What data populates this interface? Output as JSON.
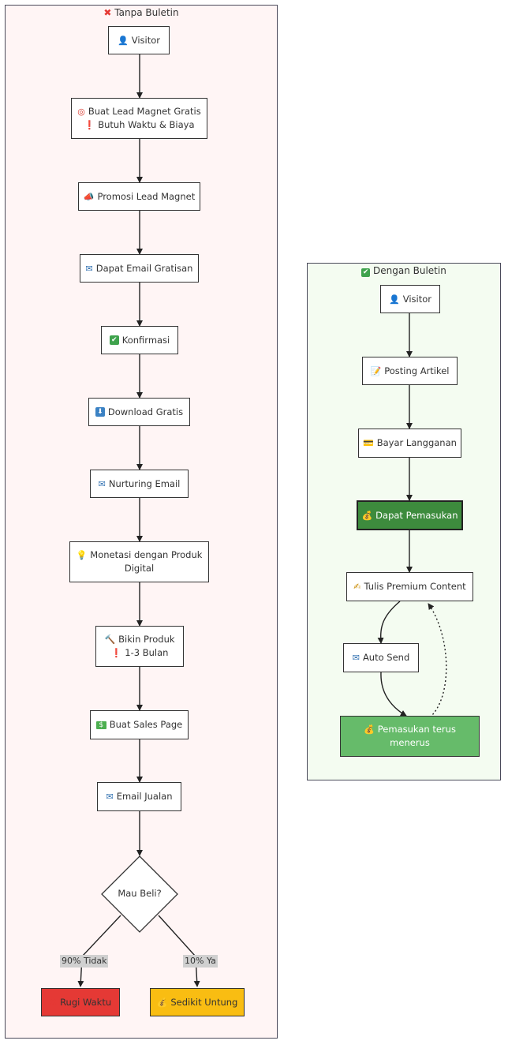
{
  "left_cluster": {
    "title_icon": "cross-icon",
    "title": "Tanpa Buletin",
    "fill": "#fff5f5",
    "nodes": {
      "visitor": {
        "icon": "person-icon",
        "label": "Visitor"
      },
      "lead_magnet": {
        "icon": "target-icon",
        "line1": "Buat Lead Magnet Gratis",
        "line2_icon": "exclamation-icon",
        "line2": "Butuh Waktu & Biaya"
      },
      "promosi": {
        "icon": "megaphone-icon",
        "label": "Promosi Lead Magnet"
      },
      "dapat_email": {
        "icon": "email-icon",
        "label": "Dapat Email Gratisan"
      },
      "konfirmasi": {
        "icon": "check-icon",
        "label": "Konfirmasi"
      },
      "download": {
        "icon": "download-icon",
        "label": "Download Gratis"
      },
      "nurturing": {
        "icon": "envelope-icon",
        "label": "Nurturing Email"
      },
      "monetasi": {
        "icon": "lightbulb-icon",
        "line1": "Monetasi dengan Produk",
        "line2": "Digital"
      },
      "bikin_produk": {
        "icon": "hammer-icon",
        "line1": "Bikin Produk",
        "line2_icon": "exclamation-icon",
        "line2": "1-3 Bulan"
      },
      "sales_page": {
        "icon": "money-icon",
        "label": "Buat Sales Page"
      },
      "email_jualan": {
        "icon": "email-icon",
        "label": "Email Jualan"
      },
      "decision": {
        "label": "Mau Beli?"
      },
      "rugi": {
        "icon": "cross-icon",
        "label": "Rugi Waktu",
        "fill": "#e53935"
      },
      "untung": {
        "icon": "coin-icon",
        "label": "Sedikit Untung",
        "fill": "#f9bd12"
      }
    },
    "edge_labels": {
      "no": "90% Tidak",
      "yes": "10% Ya"
    }
  },
  "right_cluster": {
    "title_icon": "check-icon",
    "title": "Dengan Buletin",
    "fill": "#f4fcf1",
    "nodes": {
      "visitor": {
        "icon": "person-icon",
        "label": "Visitor"
      },
      "posting": {
        "icon": "memo-icon",
        "label": "Posting Artikel"
      },
      "bayar": {
        "icon": "card-icon",
        "label": "Bayar Langganan"
      },
      "pemasukan": {
        "icon": "moneybag-icon",
        "label": "Dapat Pemasukan",
        "fill": "#3d8b3d"
      },
      "tulis": {
        "icon": "writing-hand-icon",
        "label": "Tulis Premium Content"
      },
      "auto_send": {
        "icon": "email-icon",
        "label": "Auto Send"
      },
      "terus": {
        "icon": "moneybag-icon",
        "line1": "Pemasukan terus",
        "line2": "menerus",
        "fill": "#66bb6a"
      }
    }
  }
}
